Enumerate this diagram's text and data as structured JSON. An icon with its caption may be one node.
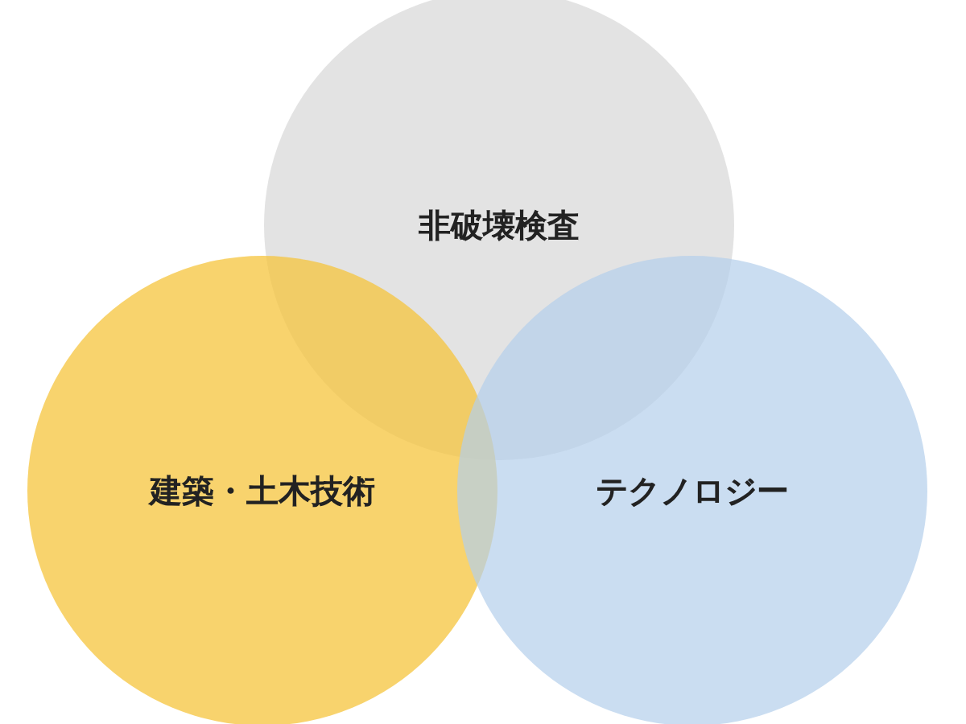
{
  "diagram": {
    "nodes": [
      {
        "text": [
          "非破壊検査"
        ]
      },
      {
        "text": [
          "建築・土木技術"
        ]
      },
      {
        "text": [
          "テクノロジー"
        ]
      }
    ]
  }
}
